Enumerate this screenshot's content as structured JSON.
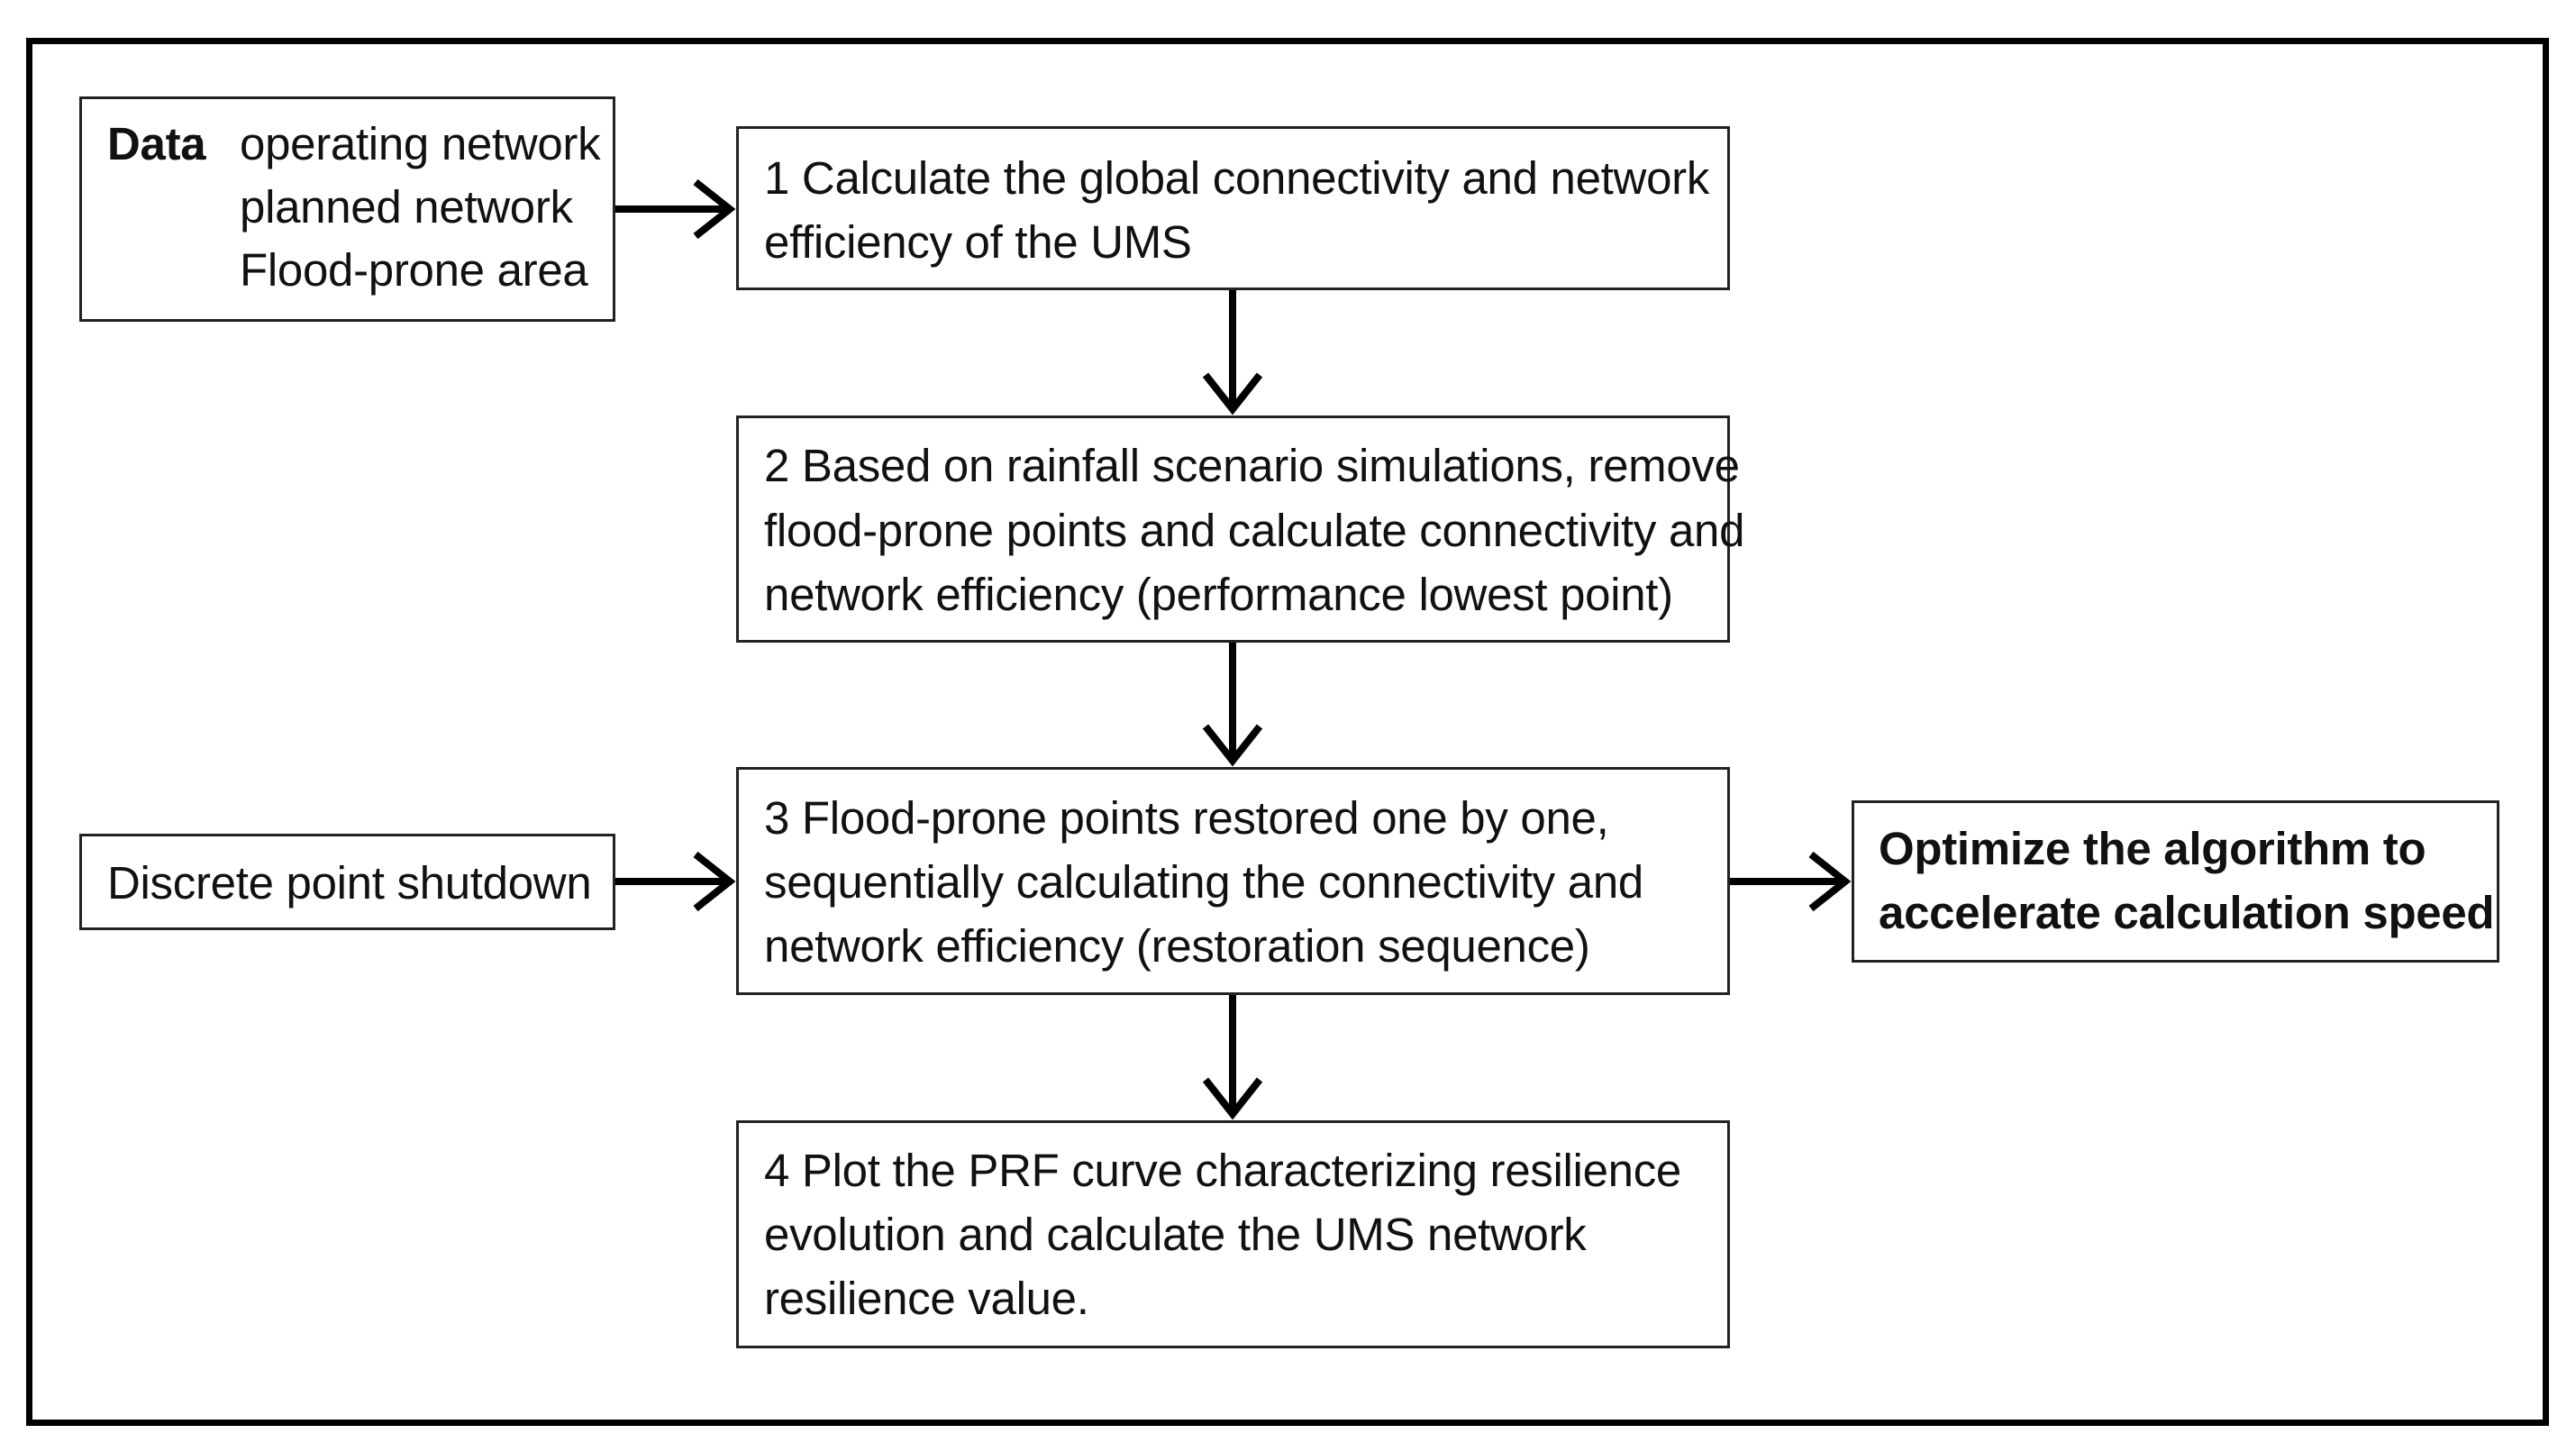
{
  "data_box": {
    "label": "Data",
    "separator": ":",
    "items": [
      "operating network",
      "planned network",
      "Flood-prone area"
    ]
  },
  "steps": [
    {
      "lines": [
        "1 Calculate the global connectivity and network",
        "efficiency of the UMS"
      ]
    },
    {
      "lines": [
        "2 Based on rainfall scenario simulations, remove",
        "flood-prone points and calculate connectivity and",
        "network efficiency (performance lowest point)"
      ]
    },
    {
      "lines": [
        "3 Flood-prone points restored one by one,",
        "sequentially calculating the connectivity and",
        "network efficiency (restoration sequence)"
      ]
    },
    {
      "lines": [
        "4 Plot the PRF curve characterizing resilience",
        "evolution and calculate the UMS network",
        "resilience value."
      ]
    }
  ],
  "side_input": {
    "label": "Discrete point shutdown"
  },
  "output": {
    "lines": [
      "Optimize the algorithm to",
      "accelerate calculation speed"
    ]
  }
}
